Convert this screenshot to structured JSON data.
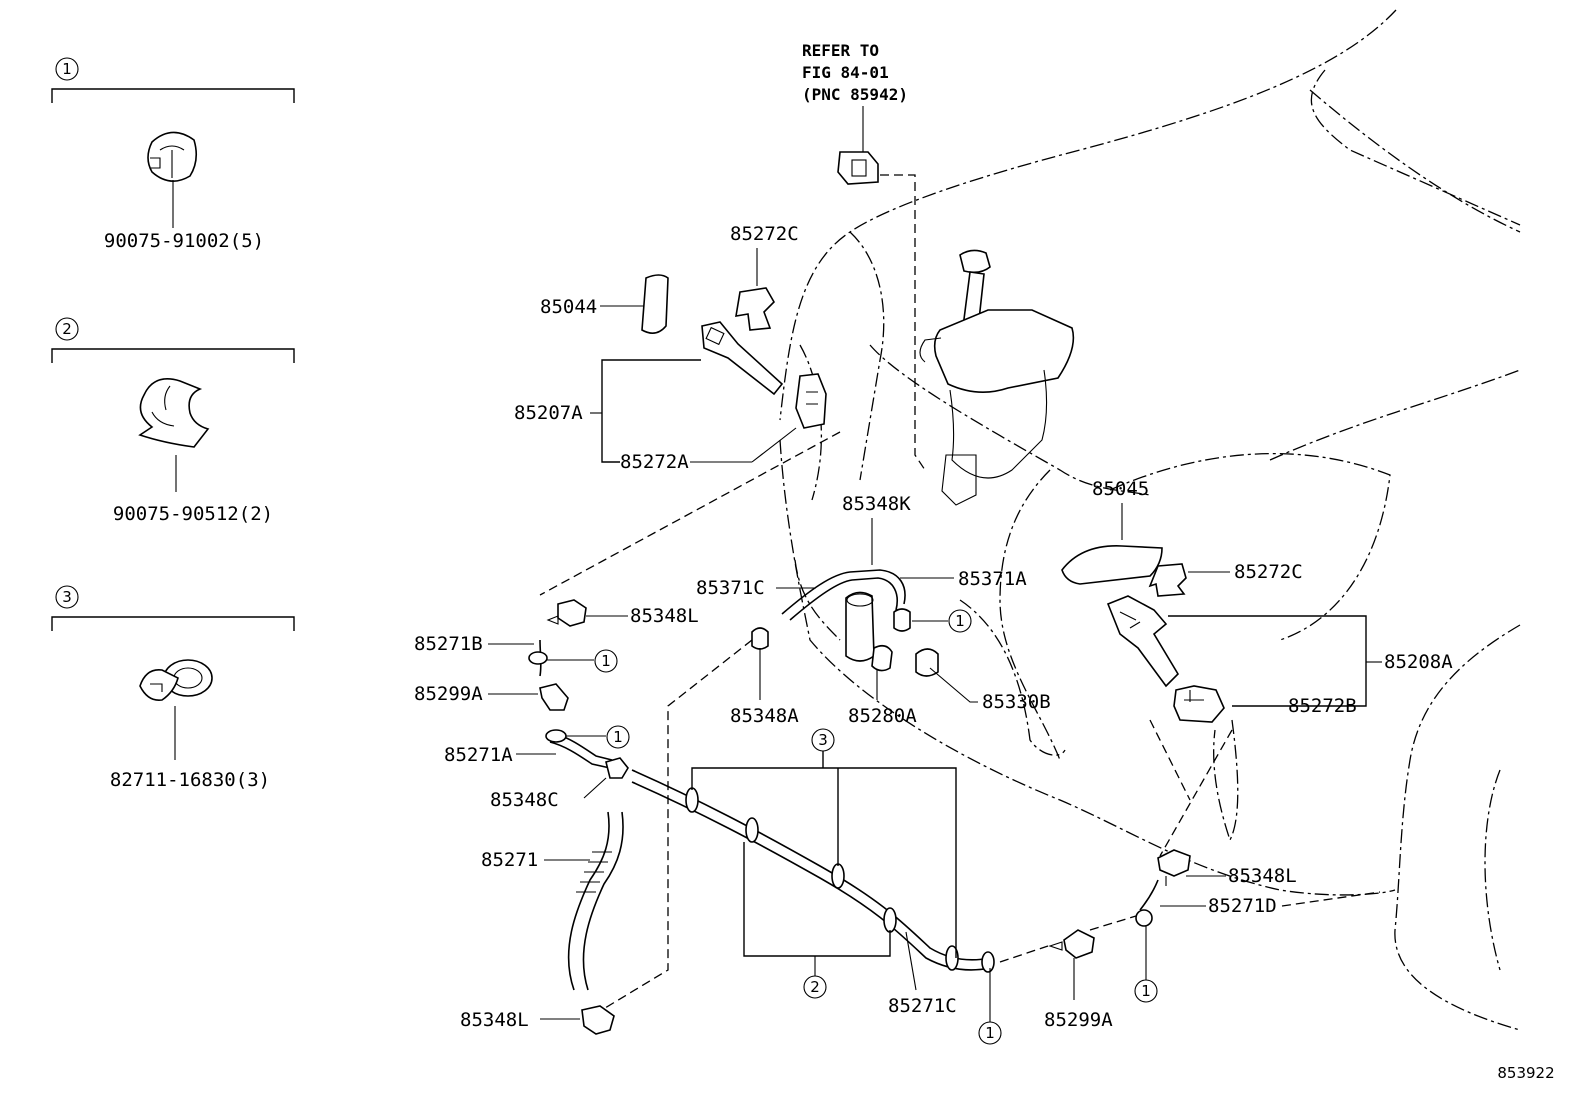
{
  "legend": [
    {
      "number": "1",
      "part": "90075-91002(5)"
    },
    {
      "number": "2",
      "part": "90075-90512(2)"
    },
    {
      "number": "3",
      "part": "82711-16830(3)"
    }
  ],
  "refer": {
    "line1": "REFER TO",
    "line2": "FIG 84-01",
    "line3": "(PNC 85942)"
  },
  "labels": {
    "p85272C_top": "85272C",
    "p85044": "85044",
    "p85207A": "85207A",
    "p85272A": "85272A",
    "p85348K": "85348K",
    "p85045": "85045",
    "p85371C": "85371C",
    "p85371A": "85371A",
    "p85272C_right": "85272C",
    "p85348L_top": "85348L",
    "p85271B": "85271B",
    "p85299A_left": "85299A",
    "p85348A": "85348A",
    "p85280A": "85280A",
    "p85330B": "85330B",
    "p85208A": "85208A",
    "p85272B": "85272B",
    "p85271A": "85271A",
    "p85348C": "85348C",
    "p85271": "85271",
    "p85348L_right": "85348L",
    "p85271D": "85271D",
    "p85271C": "85271C",
    "p85299A_bottom": "85299A",
    "p85348L_bottom": "85348L"
  },
  "callouts": {
    "one": "1",
    "two": "2",
    "three": "3"
  },
  "figure_number": "853922"
}
